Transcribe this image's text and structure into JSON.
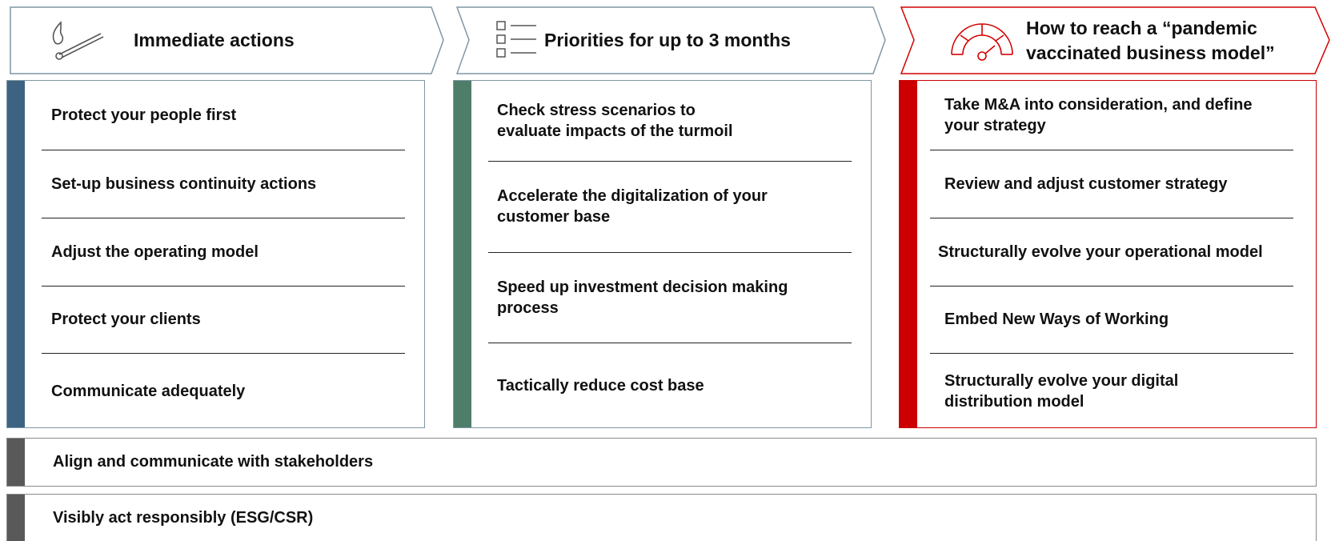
{
  "colors": {
    "col1_accent": "#3e6382",
    "col2_accent": "#4e7e69",
    "col3_accent": "#cc0000",
    "band_accent": "#595959",
    "chevron_stroke_neutral": "#7f97a4",
    "chevron_stroke_red": "#d40000"
  },
  "columns": [
    {
      "heading": "Immediate actions",
      "icon": "lit-match-icon",
      "items": [
        "Protect your people first",
        "Set-up business continuity actions",
        "Adjust the operating model",
        "Protect your clients",
        "Communicate adequately"
      ]
    },
    {
      "heading": "Priorities for up to 3 months",
      "icon": "checklist-icon",
      "items": [
        "Check stress scenarios to\nevaluate impacts of the turmoil",
        "Accelerate the digitalization of your\ncustomer base",
        "Speed up investment decision making\nprocess",
        "Tactically reduce cost base"
      ]
    },
    {
      "heading_line1": "How to reach a “pandemic",
      "heading_line2": "vaccinated business model”",
      "icon": "speedometer-icon",
      "items": [
        "Take M&A into consideration, and define\nyour strategy",
        "Review and adjust customer strategy",
        "Structurally evolve your operational model",
        "Embed New Ways of Working",
        "Structurally evolve your digital\ndistribution model"
      ]
    }
  ],
  "bands": [
    "Align and communicate with stakeholders",
    "Visibly act responsibly (ESG/CSR)"
  ]
}
